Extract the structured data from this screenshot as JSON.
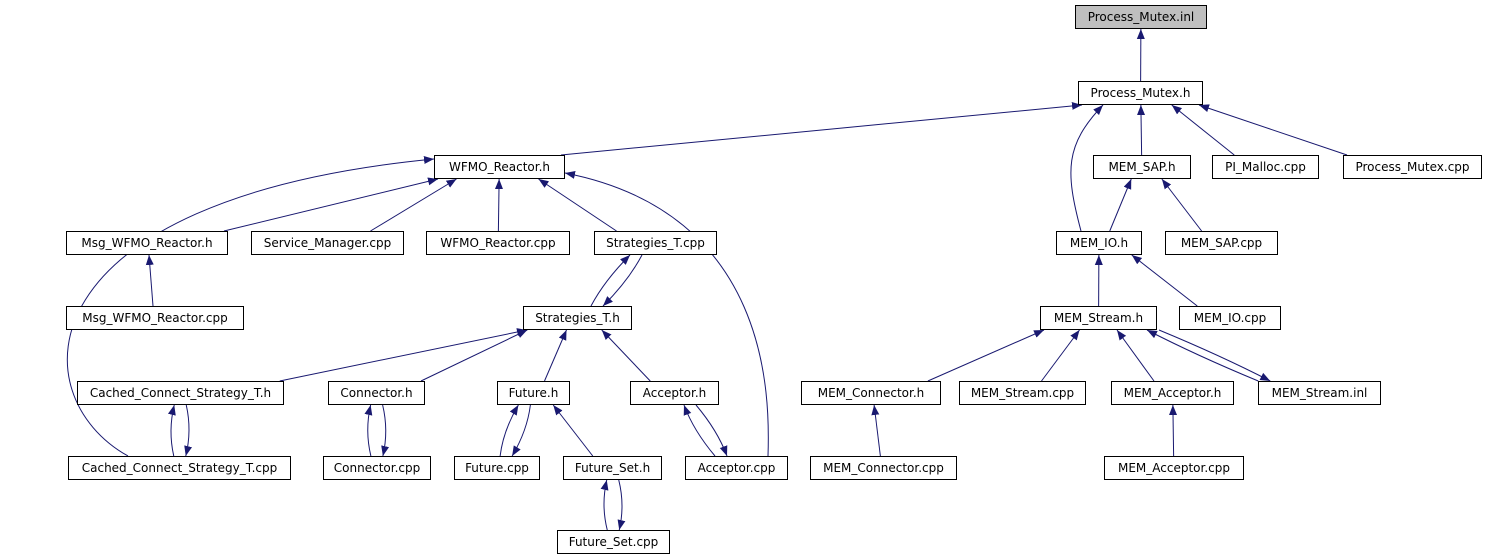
{
  "graph": {
    "title": "Process_Mutex.inl",
    "colors": {
      "edge": "#191970",
      "node_border": "#000000",
      "root_fill": "#bfbfbf",
      "node_fill": "#ffffff"
    },
    "nodes": [
      {
        "id": "n0",
        "label": "Process_Mutex.inl",
        "root": true
      },
      {
        "id": "n1",
        "label": "Process_Mutex.h"
      },
      {
        "id": "n2",
        "label": "WFMO_Reactor.h"
      },
      {
        "id": "n3",
        "label": "MEM_SAP.h"
      },
      {
        "id": "n4",
        "label": "PI_Malloc.cpp"
      },
      {
        "id": "n5",
        "label": "Process_Mutex.cpp"
      },
      {
        "id": "n6",
        "label": "Msg_WFMO_Reactor.h"
      },
      {
        "id": "n7",
        "label": "Service_Manager.cpp"
      },
      {
        "id": "n8",
        "label": "WFMO_Reactor.cpp"
      },
      {
        "id": "n9",
        "label": "Strategies_T.cpp"
      },
      {
        "id": "n10",
        "label": "MEM_IO.h"
      },
      {
        "id": "n11",
        "label": "MEM_SAP.cpp"
      },
      {
        "id": "n12",
        "label": "Msg_WFMO_Reactor.cpp"
      },
      {
        "id": "n13",
        "label": "Strategies_T.h"
      },
      {
        "id": "n14",
        "label": "MEM_Stream.h"
      },
      {
        "id": "n15",
        "label": "MEM_IO.cpp"
      },
      {
        "id": "n16",
        "label": "Cached_Connect_Strategy_T.h"
      },
      {
        "id": "n17",
        "label": "Connector.h"
      },
      {
        "id": "n18",
        "label": "Future.h"
      },
      {
        "id": "n19",
        "label": "Acceptor.h"
      },
      {
        "id": "n20",
        "label": "MEM_Connector.h"
      },
      {
        "id": "n21",
        "label": "MEM_Stream.cpp"
      },
      {
        "id": "n22",
        "label": "MEM_Acceptor.h"
      },
      {
        "id": "n23",
        "label": "MEM_Stream.inl"
      },
      {
        "id": "n24",
        "label": "Cached_Connect_Strategy_T.cpp"
      },
      {
        "id": "n25",
        "label": "Connector.cpp"
      },
      {
        "id": "n26",
        "label": "Future.cpp"
      },
      {
        "id": "n27",
        "label": "Future_Set.h"
      },
      {
        "id": "n28",
        "label": "Acceptor.cpp"
      },
      {
        "id": "n29",
        "label": "MEM_Connector.cpp"
      },
      {
        "id": "n30",
        "label": "MEM_Acceptor.cpp"
      },
      {
        "id": "n31",
        "label": "Future_Set.cpp"
      }
    ],
    "edges": [
      {
        "from": "n1",
        "to": "n0"
      },
      {
        "from": "n2",
        "to": "n1"
      },
      {
        "from": "n3",
        "to": "n1"
      },
      {
        "from": "n4",
        "to": "n1"
      },
      {
        "from": "n5",
        "to": "n1"
      },
      {
        "from": "n10",
        "to": "n1"
      },
      {
        "from": "n6",
        "to": "n2"
      },
      {
        "from": "n7",
        "to": "n2"
      },
      {
        "from": "n8",
        "to": "n2"
      },
      {
        "from": "n9",
        "to": "n2"
      },
      {
        "from": "n24",
        "to": "n2"
      },
      {
        "from": "n28",
        "to": "n2"
      },
      {
        "from": "n12",
        "to": "n6"
      },
      {
        "from": "n13",
        "to": "n9"
      },
      {
        "from": "n9",
        "to": "n13"
      },
      {
        "from": "n16",
        "to": "n13"
      },
      {
        "from": "n17",
        "to": "n13"
      },
      {
        "from": "n18",
        "to": "n13"
      },
      {
        "from": "n19",
        "to": "n13"
      },
      {
        "from": "n24",
        "to": "n16"
      },
      {
        "from": "n16",
        "to": "n24"
      },
      {
        "from": "n25",
        "to": "n17"
      },
      {
        "from": "n17",
        "to": "n25"
      },
      {
        "from": "n26",
        "to": "n18"
      },
      {
        "from": "n18",
        "to": "n26"
      },
      {
        "from": "n27",
        "to": "n18"
      },
      {
        "from": "n31",
        "to": "n27"
      },
      {
        "from": "n27",
        "to": "n31"
      },
      {
        "from": "n28",
        "to": "n19"
      },
      {
        "from": "n19",
        "to": "n28"
      },
      {
        "from": "n10",
        "to": "n3"
      },
      {
        "from": "n11",
        "to": "n3"
      },
      {
        "from": "n14",
        "to": "n10"
      },
      {
        "from": "n15",
        "to": "n10"
      },
      {
        "from": "n20",
        "to": "n14"
      },
      {
        "from": "n21",
        "to": "n14"
      },
      {
        "from": "n22",
        "to": "n14"
      },
      {
        "from": "n23",
        "to": "n14"
      },
      {
        "from": "n14",
        "to": "n23"
      },
      {
        "from": "n29",
        "to": "n20"
      },
      {
        "from": "n30",
        "to": "n22"
      }
    ]
  }
}
